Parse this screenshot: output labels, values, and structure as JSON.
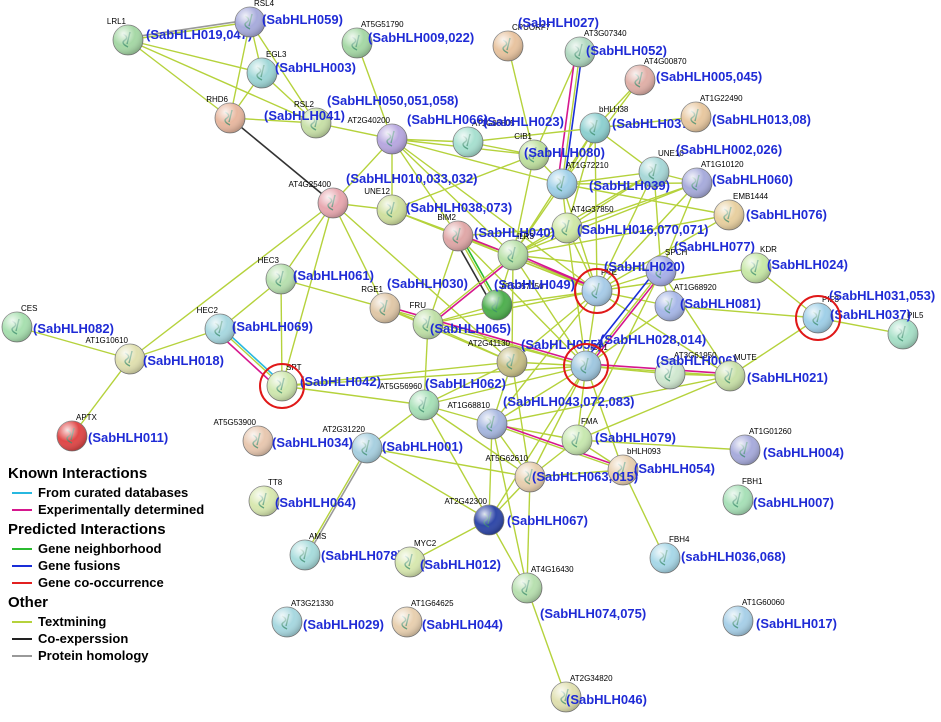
{
  "colors": {
    "textmining": "#b5d23c",
    "coexpression": "#333333",
    "homology": "#999999",
    "curated": "#27b8e0",
    "experimental": "#d6178e",
    "neighborhood": "#2bbb30",
    "fusion": "#1a2ed8",
    "cooccurrence": "#e22020",
    "highlight": "#e01818",
    "sab_text": "#1f2bd6"
  },
  "legend": {
    "known": {
      "title": "Known Interactions",
      "items": [
        {
          "label": "From curated databases",
          "color": "#27b8e0"
        },
        {
          "label": "Experimentally determined",
          "color": "#d6178e"
        }
      ]
    },
    "predicted": {
      "title": "Predicted Interactions",
      "items": [
        {
          "label": "Gene neighborhood",
          "color": "#2bbb30"
        },
        {
          "label": "Gene fusions",
          "color": "#1a2ed8"
        },
        {
          "label": "Gene co-occurrence",
          "color": "#e22020"
        }
      ]
    },
    "other": {
      "title": "Other",
      "items": [
        {
          "label": "Textmining",
          "color": "#b5d23c"
        },
        {
          "label": "Co-experssion",
          "color": "#222222"
        },
        {
          "label": "Protein homology",
          "color": "#999999"
        }
      ]
    }
  },
  "nodes": [
    {
      "id": "LRL1",
      "label": "LRL1",
      "sab": "(SabHLH019,047)",
      "color": "#a6d8a6"
    },
    {
      "id": "RSL4",
      "label": "RSL4",
      "sab": "(SabHLH059)",
      "color": "#a8acdc"
    },
    {
      "id": "AT5G51790",
      "label": "AT5G51790",
      "sab": "(SabHLH009,022)",
      "color": "#a6d8a6"
    },
    {
      "id": "CPUORF7",
      "label": "CPUORF7",
      "sab": "(SabHLH027)",
      "color": "#e8c4a0"
    },
    {
      "id": "AT3G07340",
      "label": "AT3G07340",
      "sab": "(SabHLH052)",
      "color": "#b0d8c0"
    },
    {
      "id": "EGL3",
      "label": "EGL3",
      "sab": "(SabHLH003)",
      "color": "#9ed6d6"
    },
    {
      "id": "AT4G00870",
      "label": "AT4G00870",
      "sab": "(SabHLH005,045)",
      "color": "#e0b0a8"
    },
    {
      "id": "RHD6",
      "label": "RHD6",
      "sab": "",
      "color": "#e8b8a0"
    },
    {
      "id": "RSL2",
      "label": "RSL2",
      "sab": "(SabHLH041)",
      "color": "#c8e0a8"
    },
    {
      "id": "AT2G40200",
      "label": "AT2G40200",
      "sab": "(SabHLH050,051,058)",
      "color": "#b8a8e0"
    },
    {
      "id": "AT1G05805",
      "label": "AT1G05805",
      "sab": "(SabHLH066)",
      "color": "#a8e0d0"
    },
    {
      "id": "bHLH38",
      "label": "bHLH38",
      "sab": "(SabHLH037)",
      "color": "#8ed0d0"
    },
    {
      "id": "AT1G22490",
      "label": "AT1G22490",
      "sab": "(SabHLH013,08)",
      "color": "#e8c8a0"
    },
    {
      "id": "CIB1",
      "label": "CIB1",
      "sab": "(SabHLH023)",
      "color": "#c0e0a0"
    },
    {
      "id": "UNE10",
      "label": "UNE10",
      "sab": "(SabHLH002,026)",
      "color": "#a8d8d8"
    },
    {
      "id": "AT1G72210",
      "label": "AT1G72210",
      "sab": "(SabHLH080)",
      "color": "#a0d0e8"
    },
    {
      "id": "AT1G10120",
      "label": "AT1G10120",
      "sab": "(SabHLH060)",
      "color": "#a8acdc"
    },
    {
      "id": "AT4G25400",
      "label": "AT4G25400",
      "sab": "(SabHLH010,033,032)",
      "color": "#e8a8b0"
    },
    {
      "id": "UNE12",
      "label": "UNE12",
      "sab": "(SabHLH038,073)",
      "color": "#d0e0a0"
    },
    {
      "id": "EMB1444",
      "label": "EMB1444",
      "sab": "(SabHLH076)",
      "color": "#e8d0a0"
    },
    {
      "id": "AT4G37850",
      "label": "AT4G37850",
      "sab": "(SabHLH039)",
      "color": "#d0e8a8"
    },
    {
      "id": "BIM2",
      "label": "BIM2",
      "sab": "(SabHLH040)",
      "color": "#e0a8a8"
    },
    {
      "id": "ILR3",
      "label": "ILR3",
      "sab": "(SabHLH016,070,071)",
      "color": "#b8e0a8"
    },
    {
      "id": "SPCH",
      "label": "SPCH",
      "sab": "(SabHLH077)",
      "color": "#a8b0e8"
    },
    {
      "id": "KDR",
      "label": "KDR",
      "sab": "(SabHLH024)",
      "color": "#c8e8a8"
    },
    {
      "id": "HEC3",
      "label": "HEC3",
      "sab": "(SabHLH061)",
      "color": "#b8e0b0"
    },
    {
      "id": "RGE1",
      "label": "RGE1",
      "sab": "(SabHLH030)",
      "color": "#e0c8a8"
    },
    {
      "id": "AT5G57150",
      "label": "AT5G57150",
      "sab": "(SabHLH049)",
      "color": "#50b050"
    },
    {
      "id": "PYE",
      "label": "PYE",
      "sab": "(SabHLH020)",
      "color": "#a8cce8"
    },
    {
      "id": "AT1G68920",
      "label": "AT1G68920",
      "sab": "(SabHLH081)",
      "color": "#a8b8e8"
    },
    {
      "id": "PIF3",
      "label": "PIF3",
      "sab": "(SabHLH031,053)",
      "color": "#a0d0e8"
    },
    {
      "id": "PIL5",
      "label": "PIL5",
      "sab": "(SabHLH037)",
      "color": "#a8e0c8"
    },
    {
      "id": "CES",
      "label": "CES",
      "sab": "(SabHLH082)",
      "color": "#a8e0b0"
    },
    {
      "id": "HEC2",
      "label": "HEC2",
      "sab": "(SabHLH069)",
      "color": "#a8d8e0"
    },
    {
      "id": "FRU",
      "label": "FRU",
      "sab": "(SabHLH065)",
      "color": "#c0e0a8"
    },
    {
      "id": "ICE1",
      "label": "ICE1",
      "sab": "(SabHLH028,014)",
      "color": "#a0c8e0"
    },
    {
      "id": "AT2G41130",
      "label": "AT2G41130",
      "sab": "(SabHLH055)",
      "color": "#c8c088"
    },
    {
      "id": "AT1G10610",
      "label": "AT1G10610",
      "sab": "(SabHLH018)",
      "color": "#e0e0b0"
    },
    {
      "id": "SPT",
      "label": "SPT",
      "sab": "(SabHLH042)",
      "color": "#d0e8b0"
    },
    {
      "id": "AT3G61950",
      "label": "AT3G61950",
      "sab": "(SabHLH006)",
      "color": "#d0e8d0"
    },
    {
      "id": "MUTE",
      "label": "MUTE",
      "sab": "(SabHLH021)",
      "color": "#c8e0a8"
    },
    {
      "id": "AT5G56960",
      "label": "AT5G56960",
      "sab": "(SabHLH062)",
      "color": "#a8e0b8"
    },
    {
      "id": "AT1G68810",
      "label": "AT1G68810",
      "sab": "(SabHLH043,072,083)",
      "color": "#a8b8e0"
    },
    {
      "id": "APTX",
      "label": "APTX",
      "sab": "(SabHLH011)",
      "color": "#e04848"
    },
    {
      "id": "AT5G53900",
      "label": "AT5G53900",
      "sab": "(SabHLH034)",
      "color": "#e8c8b0"
    },
    {
      "id": "AT2G31220",
      "label": "AT2G31220",
      "sab": "(SabHLH001)",
      "color": "#a8d0e0"
    },
    {
      "id": "FMA",
      "label": "FMA",
      "sab": "(SabHLH079)",
      "color": "#c8e8b0"
    },
    {
      "id": "bHLH093",
      "label": "bHLH093",
      "sab": "(SabHLH054)",
      "color": "#e8d0b0"
    },
    {
      "id": "AT1G01260",
      "label": "AT1G01260",
      "sab": "(SabHLH004)",
      "color": "#a8acdc"
    },
    {
      "id": "AT5G62610",
      "label": "AT5G62610",
      "sab": "(SabHLH063,015)",
      "color": "#e8d0b0"
    },
    {
      "id": "TT8",
      "label": "TT8",
      "sab": "(SabHLH064)",
      "color": "#d8e8b0"
    },
    {
      "id": "FBH1",
      "label": "FBH1",
      "sab": "(SabHLH007)",
      "color": "#a8e0b8"
    },
    {
      "id": "AT2G42300",
      "label": "AT2G42300",
      "sab": "(SabHLH067)",
      "color": "#3048a8"
    },
    {
      "id": "AMS",
      "label": "AMS",
      "sab": "(SabHLH078)",
      "color": "#a8dcdc"
    },
    {
      "id": "MYC2",
      "label": "MYC2",
      "sab": "(SabHLH012)",
      "color": "#d8e8b0"
    },
    {
      "id": "FBH4",
      "label": "FBH4",
      "sab": "(sabHLH036,068)",
      "color": "#a8d8e8"
    },
    {
      "id": "AT4G16430",
      "label": "AT4G16430",
      "sab": "(SabHLH074,075)",
      "color": "#b8e0b0"
    },
    {
      "id": "AT3G21330",
      "label": "AT3G21330",
      "sab": "(SabHLH029)",
      "color": "#a8d8e0"
    },
    {
      "id": "AT1G64625",
      "label": "AT1G64625",
      "sab": "(SabHLH044)",
      "color": "#e8d0b0"
    },
    {
      "id": "AT1G60060",
      "label": "AT1G60060",
      "sab": "(SabHLH017)",
      "color": "#a8d0e8"
    },
    {
      "id": "AT2G34820",
      "label": "AT2G34820",
      "sab": "(SabHLH046)",
      "color": "#e0e0b0"
    }
  ],
  "edges": [
    [
      "LRL1",
      "RHD6",
      "textmining"
    ],
    [
      "LRL1",
      "RSL4",
      "textmining"
    ],
    [
      "LRL1",
      "EGL3",
      "textmining"
    ],
    [
      "LRL1",
      "RSL2",
      "textmining"
    ],
    [
      "LRL1",
      "RSL4",
      "homology"
    ],
    [
      "RSL4",
      "RHD6",
      "textmining"
    ],
    [
      "RSL4",
      "RSL2",
      "textmining"
    ],
    [
      "RSL4",
      "EGL3",
      "textmining"
    ],
    [
      "RHD6",
      "RSL2",
      "textmining"
    ],
    [
      "RHD6",
      "EGL3",
      "textmining"
    ],
    [
      "RHD6",
      "AT4G25400",
      "coexpression"
    ],
    [
      "RSL2",
      "AT2G40200",
      "textmining"
    ],
    [
      "RSL2",
      "EGL3",
      "textmining"
    ],
    [
      "AT5G51790",
      "AT2G40200",
      "textmining"
    ],
    [
      "CPUORF7",
      "CIB1",
      "textmining"
    ],
    [
      "AT3G07340",
      "CIB1",
      "textmining"
    ],
    [
      "AT3G07340",
      "AT1G72210",
      "textmining"
    ],
    [
      "AT3G07340",
      "AT1G72210",
      "fusion"
    ],
    [
      "AT3G07340",
      "AT1G72210",
      "experimental"
    ],
    [
      "AT4G00870",
      "bHLH38",
      "textmining"
    ],
    [
      "AT4G00870",
      "AT1G72210",
      "textmining"
    ],
    [
      "AT1G22490",
      "bHLH38",
      "textmining"
    ],
    [
      "AT2G40200",
      "AT1G05805",
      "textmining"
    ],
    [
      "AT2G40200",
      "AT4G25400",
      "textmining"
    ],
    [
      "AT2G40200",
      "CIB1",
      "textmining"
    ],
    [
      "AT2G40200",
      "UNE12",
      "textmining"
    ],
    [
      "AT2G40200",
      "BIM2",
      "textmining"
    ],
    [
      "AT2G40200",
      "ILR3",
      "textmining"
    ],
    [
      "AT2G40200",
      "PYE",
      "textmining"
    ],
    [
      "AT2G40200",
      "AT1G72210",
      "textmining"
    ],
    [
      "AT1G05805",
      "CIB1",
      "textmining"
    ],
    [
      "AT1G05805",
      "bHLH38",
      "textmining"
    ],
    [
      "bHLH38",
      "AT1G72210",
      "textmining"
    ],
    [
      "bHLH38",
      "UNE10",
      "textmining"
    ],
    [
      "bHLH38",
      "AT4G37850",
      "textmining"
    ],
    [
      "bHLH38",
      "PYE",
      "textmining"
    ],
    [
      "bHLH38",
      "ILR3",
      "textmining"
    ],
    [
      "CIB1",
      "AT1G72210",
      "textmining"
    ],
    [
      "CIB1",
      "UNE12",
      "textmining"
    ],
    [
      "CIB1",
      "ILR3",
      "textmining"
    ],
    [
      "UNE10",
      "AT1G72210",
      "textmining"
    ],
    [
      "UNE10",
      "AT1G10120",
      "textmining"
    ],
    [
      "UNE10",
      "PYE",
      "textmining"
    ],
    [
      "UNE10",
      "ILR3",
      "textmining"
    ],
    [
      "UNE10",
      "AT4G37850",
      "textmining"
    ],
    [
      "UNE10",
      "SPCH",
      "textmining"
    ],
    [
      "AT1G72210",
      "AT4G37850",
      "textmining"
    ],
    [
      "AT1G72210",
      "ILR3",
      "textmining"
    ],
    [
      "AT1G72210",
      "PYE",
      "textmining"
    ],
    [
      "AT1G72210",
      "AT1G10120",
      "textmining"
    ],
    [
      "AT1G72210",
      "EMB1444",
      "textmining"
    ],
    [
      "AT1G10120",
      "PYE",
      "textmining"
    ],
    [
      "AT1G10120",
      "ILR3",
      "textmining"
    ],
    [
      "AT1G10120",
      "AT4G37850",
      "textmining"
    ],
    [
      "AT1G10120",
      "SPCH",
      "textmining"
    ],
    [
      "EMB1444",
      "PYE",
      "textmining"
    ],
    [
      "EMB1444",
      "ILR3",
      "textmining"
    ],
    [
      "AT4G25400",
      "UNE12",
      "textmining"
    ],
    [
      "AT4G25400",
      "HEC3",
      "textmining"
    ],
    [
      "AT4G25400",
      "RGE1",
      "textmining"
    ],
    [
      "AT4G25400",
      "AT1G10610",
      "textmining"
    ],
    [
      "AT4G25400",
      "SPT",
      "textmining"
    ],
    [
      "AT4G25400",
      "AT2G41130",
      "textmining"
    ],
    [
      "UNE12",
      "BIM2",
      "textmining"
    ],
    [
      "UNE12",
      "ILR3",
      "textmining"
    ],
    [
      "UNE12",
      "PYE",
      "textmining"
    ],
    [
      "BIM2",
      "AT5G57150",
      "textmining"
    ],
    [
      "BIM2",
      "AT5G57150",
      "neighborhood"
    ],
    [
      "BIM2",
      "AT5G57150",
      "coexpression"
    ],
    [
      "BIM2",
      "ILR3",
      "textmining"
    ],
    [
      "BIM2",
      "AT4G37850",
      "textmining"
    ],
    [
      "BIM2",
      "PYE",
      "textmining"
    ],
    [
      "BIM2",
      "PYE",
      "experimental"
    ],
    [
      "BIM2",
      "FRU",
      "textmining"
    ],
    [
      "BIM2",
      "ICE1",
      "textmining"
    ],
    [
      "AT4G37850",
      "ILR3",
      "textmining"
    ],
    [
      "AT4G37850",
      "PYE",
      "textmining"
    ],
    [
      "AT4G37850",
      "ICE1",
      "textmining"
    ],
    [
      "ILR3",
      "PYE",
      "textmining"
    ],
    [
      "ILR3",
      "PYE",
      "experimental"
    ],
    [
      "ILR3",
      "AT5G57150",
      "textmining"
    ],
    [
      "ILR3",
      "FRU",
      "textmining"
    ],
    [
      "ILR3",
      "FRU",
      "experimental"
    ],
    [
      "ILR3",
      "ICE1",
      "textmining"
    ],
    [
      "ILR3",
      "SPCH",
      "textmining"
    ],
    [
      "ILR3",
      "AT2G41130",
      "textmining"
    ],
    [
      "PYE",
      "SPCH",
      "textmining"
    ],
    [
      "PYE",
      "AT5G57150",
      "textmining"
    ],
    [
      "PYE",
      "FRU",
      "textmining"
    ],
    [
      "PYE",
      "ICE1",
      "textmining"
    ],
    [
      "PYE",
      "AT1G68920",
      "textmining"
    ],
    [
      "PYE",
      "AT2G41130",
      "textmining"
    ],
    [
      "PYE",
      "AT1G68810",
      "textmining"
    ],
    [
      "PYE",
      "KDR",
      "textmining"
    ],
    [
      "PYE",
      "MUTE",
      "textmining"
    ],
    [
      "SPCH",
      "ICE1",
      "textmining"
    ],
    [
      "SPCH",
      "ICE1",
      "experimental"
    ],
    [
      "SPCH",
      "ICE1",
      "fusion"
    ],
    [
      "SPCH",
      "AT1G68920",
      "textmining"
    ],
    [
      "SPCH",
      "MUTE",
      "textmining"
    ],
    [
      "SPCH",
      "FMA",
      "textmining"
    ],
    [
      "KDR",
      "PIF3",
      "textmining"
    ],
    [
      "PIF3",
      "PIL5",
      "textmining"
    ],
    [
      "PIF3",
      "MUTE",
      "textmining"
    ],
    [
      "AT1G68920",
      "ICE1",
      "textmining"
    ],
    [
      "AT1G68920",
      "PIF3",
      "textmining"
    ],
    [
      "HEC3",
      "HEC2",
      "textmining"
    ],
    [
      "HEC3",
      "SPT",
      "textmining"
    ],
    [
      "HEC3",
      "RGE1",
      "textmining"
    ],
    [
      "HEC2",
      "SPT",
      "textmining"
    ],
    [
      "HEC2",
      "SPT",
      "curated"
    ],
    [
      "HEC2",
      "SPT",
      "experimental"
    ],
    [
      "HEC2",
      "AT1G10610",
      "textmining"
    ],
    [
      "CES",
      "AT1G10610",
      "textmining"
    ],
    [
      "AT1G10610",
      "APTX",
      "textmining"
    ],
    [
      "RGE1",
      "FRU",
      "textmining"
    ],
    [
      "RGE1",
      "ICE1",
      "textmining"
    ],
    [
      "RGE1",
      "ICE1",
      "experimental"
    ],
    [
      "RGE1",
      "AT2G41130",
      "textmining"
    ],
    [
      "FRU",
      "ICE1",
      "textmining"
    ],
    [
      "FRU",
      "AT5G56960",
      "textmining"
    ],
    [
      "FRU",
      "AT2G41130",
      "textmining"
    ],
    [
      "FRU",
      "AT5G57150",
      "textmining"
    ],
    [
      "ICE1",
      "AT2G41130",
      "textmining"
    ],
    [
      "ICE1",
      "AT3G61950",
      "textmining"
    ],
    [
      "ICE1",
      "MUTE",
      "textmining"
    ],
    [
      "ICE1",
      "MUTE",
      "experimental"
    ],
    [
      "ICE1",
      "AT1G68810",
      "textmining"
    ],
    [
      "ICE1",
      "FMA",
      "textmining"
    ],
    [
      "ICE1",
      "bHLH093",
      "textmining"
    ],
    [
      "ICE1",
      "AT5G62610",
      "textmining"
    ],
    [
      "ICE1",
      "AT5G56960",
      "textmining"
    ],
    [
      "ICE1",
      "SPT",
      "textmining"
    ],
    [
      "ICE1",
      "AT2G42300",
      "textmining"
    ],
    [
      "AT3G61950",
      "MUTE",
      "textmining"
    ],
    [
      "SPT",
      "AT5G56960",
      "textmining"
    ],
    [
      "SPT",
      "AT2G41130",
      "textmining"
    ],
    [
      "AT2G41130",
      "AT5G56960",
      "textmining"
    ],
    [
      "AT2G41130",
      "AT1G68810",
      "textmining"
    ],
    [
      "AT2G41130",
      "AT5G62610",
      "textmining"
    ],
    [
      "AT5G56960",
      "AT2G31220",
      "textmining"
    ],
    [
      "AT5G56960",
      "AT1G68810",
      "textmining"
    ],
    [
      "AT5G56960",
      "AT5G62610",
      "textmining"
    ],
    [
      "AT5G56960",
      "AT2G42300",
      "textmining"
    ],
    [
      "AT1G68810",
      "FMA",
      "textmining"
    ],
    [
      "AT1G68810",
      "AT5G62610",
      "textmining"
    ],
    [
      "AT1G68810",
      "bHLH093",
      "textmining"
    ],
    [
      "AT1G68810",
      "AT2G42300",
      "textmining"
    ],
    [
      "AT1G68810",
      "bHLH093",
      "experimental"
    ],
    [
      "FMA",
      "bHLH093",
      "textmining"
    ],
    [
      "FMA",
      "AT5G62610",
      "textmining"
    ],
    [
      "FMA",
      "MUTE",
      "textmining"
    ],
    [
      "FMA",
      "AT1G01260",
      "textmining"
    ],
    [
      "bHLH093",
      "AT5G62610",
      "textmining"
    ],
    [
      "bHLH093",
      "FBH4",
      "textmining"
    ],
    [
      "AT5G62610",
      "AT2G42300",
      "textmining"
    ],
    [
      "AT5G62610",
      "AT4G16430",
      "textmining"
    ],
    [
      "AT2G42300",
      "AT4G16430",
      "textmining"
    ],
    [
      "AT2G42300",
      "MYC2",
      "textmining"
    ],
    [
      "AT2G31220",
      "AMS",
      "textmining"
    ],
    [
      "AT2G31220",
      "AMS",
      "homology"
    ],
    [
      "AT2G31220",
      "AT5G62610",
      "textmining"
    ],
    [
      "AT2G31220",
      "AT2G42300",
      "textmining"
    ],
    [
      "AT4G16430",
      "AT2G34820",
      "textmining"
    ],
    [
      "AT4G16430",
      "AT1G68810",
      "textmining"
    ],
    [
      "MUTE",
      "AT1G68810",
      "textmining"
    ]
  ]
}
